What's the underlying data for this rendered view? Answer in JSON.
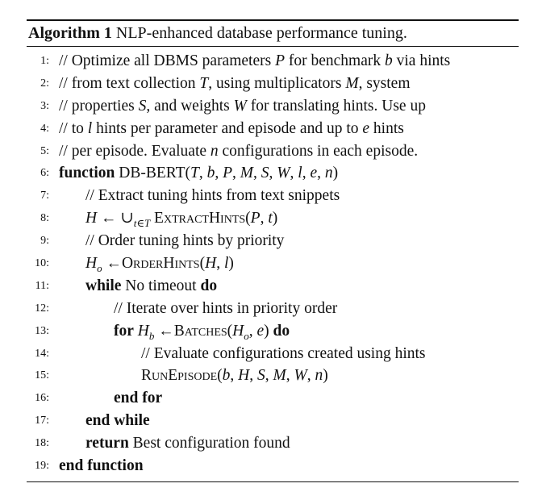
{
  "algorithm": {
    "label": "Algorithm 1",
    "title": "NLP-enhanced database performance tuning.",
    "lines": [
      {
        "num": "1:",
        "text": "// Optimize all DBMS parameters P for benchmark b via hints"
      },
      {
        "num": "2:",
        "text": "// from text collection T, using multiplicators M, system"
      },
      {
        "num": "3:",
        "text": "// properties S, and weights W for translating hints. Use up"
      },
      {
        "num": "4:",
        "text": "// to l hints per parameter and episode and up to e hints"
      },
      {
        "num": "5:",
        "text": "// per episode. Evaluate n configurations in each episode."
      },
      {
        "num": "6:",
        "keyword": "function",
        "text": "DB-BERT(T, b, P, M, S, W, l, e, n)"
      },
      {
        "num": "7:",
        "text": "// Extract tuning hints from text snippets"
      },
      {
        "num": "8:",
        "text": "H ← ∪t∈T ExtractHints(P, t)"
      },
      {
        "num": "9:",
        "text": "// Order tuning hints by priority"
      },
      {
        "num": "10:",
        "text": "Ho ←OrderHints(H, l)"
      },
      {
        "num": "11:",
        "keyword": "while",
        "text": "No timeout",
        "keyword_end": "do"
      },
      {
        "num": "12:",
        "text": "// Iterate over hints in priority order"
      },
      {
        "num": "13:",
        "keyword": "for",
        "text": "Hb ←Batches(Ho, e)",
        "keyword_end": "do"
      },
      {
        "num": "14:",
        "text": "// Evaluate configurations created using hints"
      },
      {
        "num": "15:",
        "text": "RunEpisode(b, H, S, M, W, n)"
      },
      {
        "num": "16:",
        "keyword": "end for"
      },
      {
        "num": "17:",
        "keyword": "end while"
      },
      {
        "num": "18:",
        "keyword": "return",
        "text": "Best configuration found"
      },
      {
        "num": "19:",
        "keyword": "end function"
      }
    ]
  }
}
